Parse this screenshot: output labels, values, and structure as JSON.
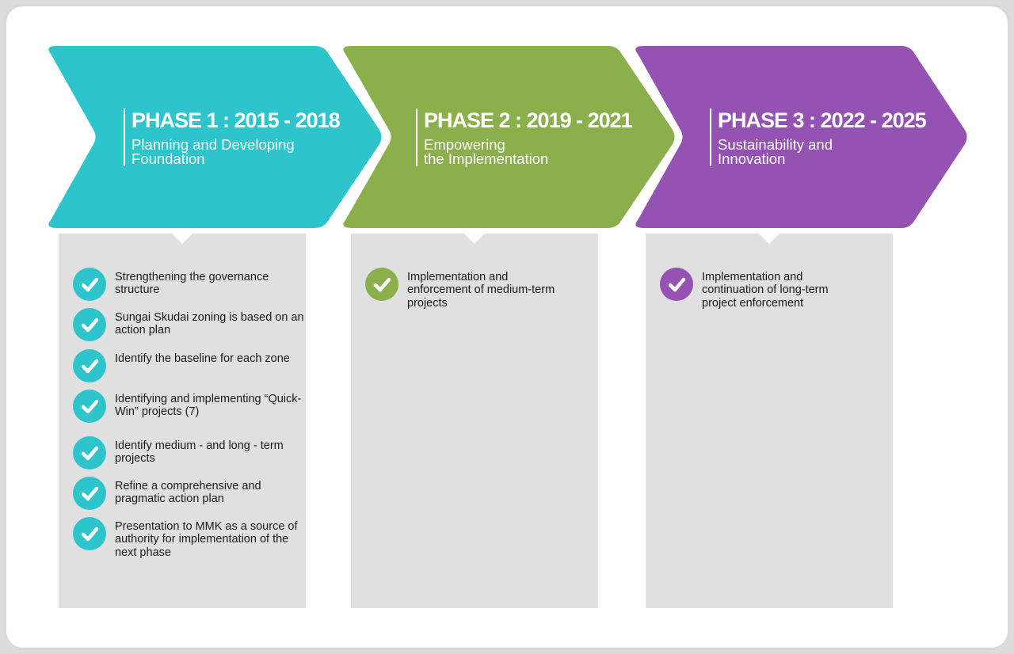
{
  "colors": {
    "phase1": "#2ec4cc",
    "phase2": "#8aaf4b",
    "phase3": "#9452b2",
    "box_bg": "#e0e0e0",
    "text": "#1a1a1a"
  },
  "phases": [
    {
      "title": "PHASE 1 : 2015 - 2018",
      "subtitle": "Planning and Developing\nFoundation",
      "items": [
        "Strengthening the governance structure",
        "Sungai Skudai zoning is based on an action plan",
        "Identify the baseline for each zone",
        "Identifying and implementing “Quick-Win” projects (7)",
        "Identify medium - and long - term projects",
        "Refine a comprehensive and pragmatic action plan",
        "Presentation to MMK as a source of authority for implementation of the next phase"
      ]
    },
    {
      "title": "PHASE 2 : 2019 - 2021",
      "subtitle": "Empowering\nthe Implementation",
      "items": [
        "Implementation and enforcement of medium-term projects"
      ]
    },
    {
      "title": "PHASE 3 : 2022 - 2025",
      "subtitle": "Sustainability and\nInnovation",
      "items": [
        "Implementation and continuation of long-term project enforcement"
      ]
    }
  ],
  "icons": {
    "check": "check-circle-icon"
  }
}
